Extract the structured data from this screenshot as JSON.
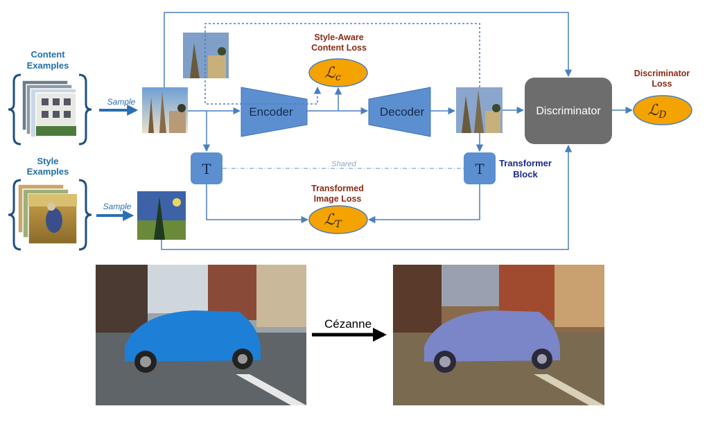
{
  "labels": {
    "content_examples": [
      "Content",
      "Examples"
    ],
    "style_examples": [
      "Style",
      "Examples"
    ],
    "sample_top": "Sample",
    "sample_bottom": "Sample",
    "encoder": "Encoder",
    "decoder": "Decoder",
    "discriminator": "Discriminator",
    "transformer_left": "T",
    "transformer_right": "T",
    "shared": "Shared",
    "transformer_block": [
      "Transformer",
      "Block"
    ],
    "style_aware_loss": [
      "Style-Aware",
      "Content Loss"
    ],
    "transformed_image_loss": [
      "Transformed",
      "Image Loss"
    ],
    "discriminator_loss": [
      "Discriminator",
      "Loss"
    ],
    "cezanne": "Cézanne"
  },
  "losses": {
    "content": {
      "symbol": "ℒ",
      "sub": "c"
    },
    "transformed": {
      "symbol": "ℒ",
      "sub": "T"
    },
    "discriminator": {
      "symbol": "ℒ",
      "sub": "D"
    }
  },
  "colors": {
    "arrow": "#4a7fc1",
    "block": "#5b8fd0",
    "block_stroke": "#3f73b5",
    "discriminator": "#6d6d6d",
    "loss_fill": "#f5a300",
    "loss_stroke": "#4a7fc1",
    "brace": "#1f4f7e"
  }
}
